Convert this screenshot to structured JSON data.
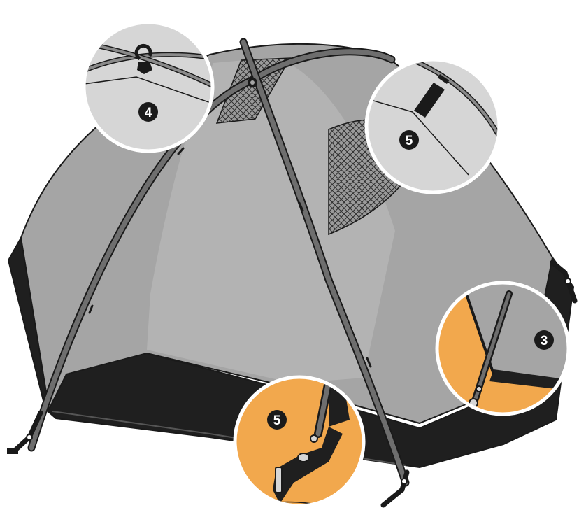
{
  "diagram": {
    "colors": {
      "tent_body": "#a5a5a5",
      "tent_floor": "#1f1f1f",
      "pole": "#6e6e6e",
      "mesh": "#2b2b2b",
      "detail_gray": "#d6d6d6",
      "ground_orange": "#f2a84d",
      "outline": "#1a1a1a"
    },
    "callouts": [
      {
        "id": "top-clip",
        "step": "4",
        "icon": "clip-hook-icon"
      },
      {
        "id": "pole-sleeve",
        "step": "5",
        "icon": "pole-strap-icon"
      },
      {
        "id": "stake-pole",
        "step": "5",
        "icon": "stake-grommet-icon"
      },
      {
        "id": "corner-pole",
        "step": "3",
        "icon": "corner-grommet-icon"
      }
    ]
  }
}
